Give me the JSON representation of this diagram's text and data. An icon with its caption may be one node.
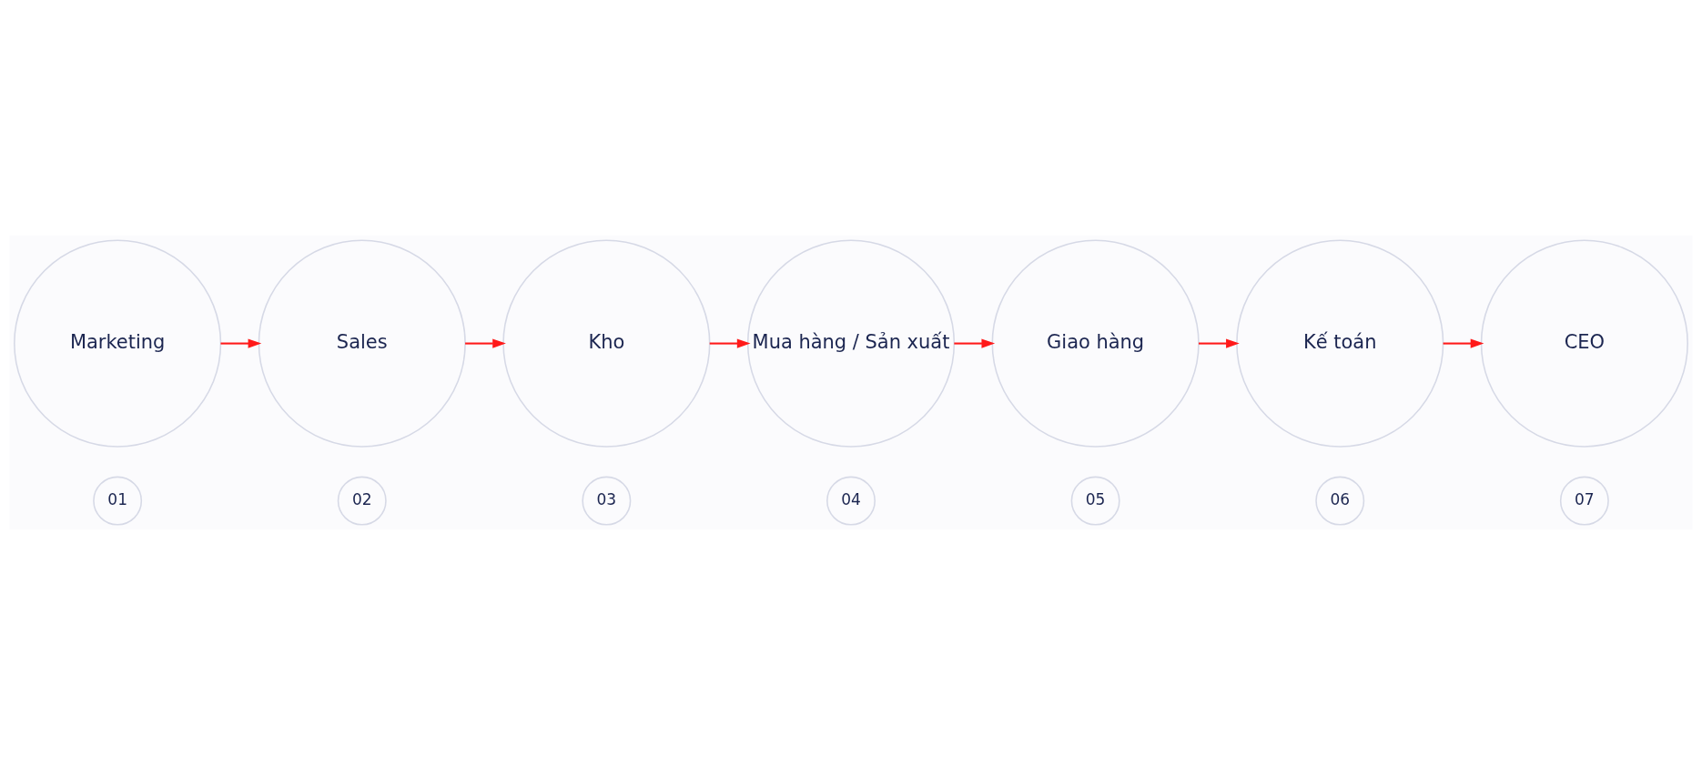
{
  "diagram": {
    "nodes": [
      {
        "text": [
          "01"
        ]
      },
      {
        "text": [
          "02"
        ]
      },
      {
        "text": [
          "03"
        ]
      },
      {
        "text": [
          "04"
        ]
      },
      {
        "text": [
          "05"
        ]
      },
      {
        "text": [
          "06"
        ]
      },
      {
        "text": [
          "07"
        ]
      },
      {
        "text": [
          "Marketing"
        ]
      },
      {
        "text": [
          "Sales"
        ]
      },
      {
        "text": [
          "Kho"
        ]
      },
      {
        "text": [
          "Mua hàng / Sản xuất"
        ]
      },
      {
        "text": [
          "Giao hàng"
        ]
      },
      {
        "text": [
          "Kế toán"
        ]
      },
      {
        "text": [
          "CEO"
        ]
      }
    ],
    "edges": [
      {
        "from": 7,
        "to": 8,
        "arrow": "to"
      },
      {
        "from": 8,
        "to": 9,
        "arrow": "to"
      },
      {
        "from": 9,
        "to": 10,
        "arrow": "to"
      },
      {
        "from": 10,
        "to": 11,
        "arrow": "to"
      },
      {
        "from": 11,
        "to": 12,
        "arrow": "to"
      },
      {
        "from": 12,
        "to": 13,
        "arrow": "to"
      }
    ]
  }
}
